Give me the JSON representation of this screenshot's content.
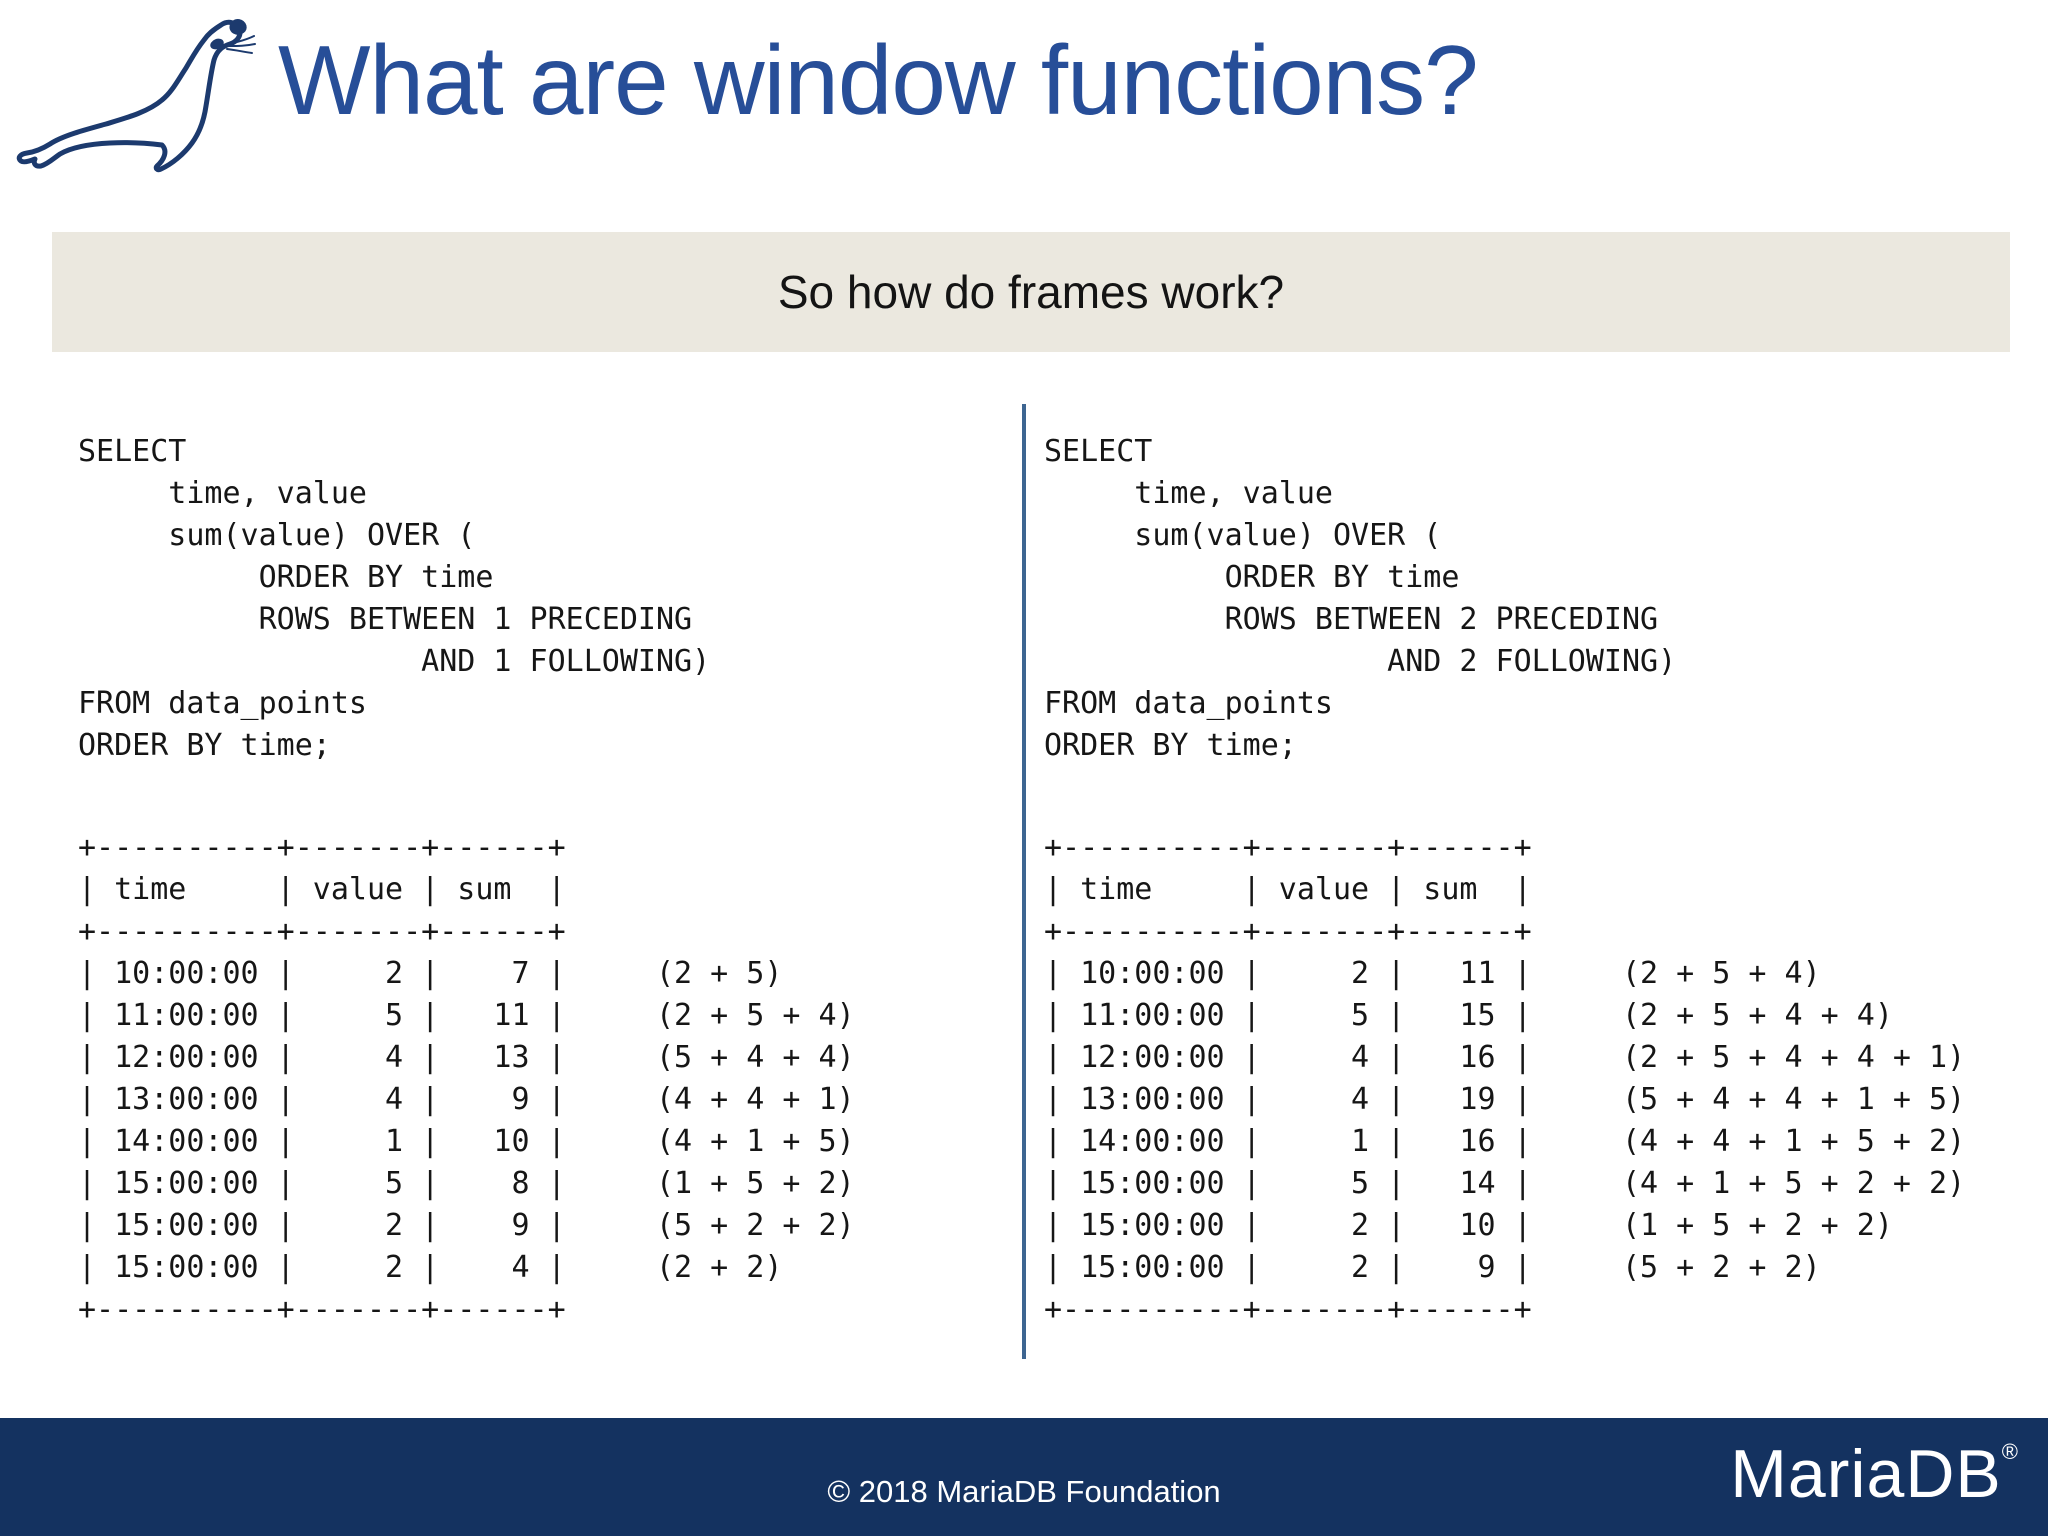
{
  "theme": {
    "title_blue": "#274e98",
    "banner_bg": "#ebe8df",
    "banner_text": "#141414",
    "code_color": "#161616",
    "divider_blue": "#3d6591",
    "footer_bg": "#143260",
    "footer_text": "#ffffff",
    "seal_navy": "#1c3a6e"
  },
  "slide": {
    "title": "What are window functions?",
    "banner": "So how do frames work?",
    "logo_icon": "mariadb-seal"
  },
  "panels": [
    {
      "side": "left",
      "query": "SELECT\n     time, value\n     sum(value) OVER (\n          ORDER BY time\n          ROWS BETWEEN 1 PRECEDING\n                   AND 1 FOLLOWING)\nFROM data_points\nORDER BY time;",
      "table": {
        "headers": [
          "time",
          "value",
          "sum"
        ],
        "rows": [
          {
            "time": "10:00:00",
            "value": 2,
            "sum": 7,
            "calc": "(2 + 5)"
          },
          {
            "time": "11:00:00",
            "value": 5,
            "sum": 11,
            "calc": "(2 + 5 + 4)"
          },
          {
            "time": "12:00:00",
            "value": 4,
            "sum": 13,
            "calc": "(5 + 4 + 4)"
          },
          {
            "time": "13:00:00",
            "value": 4,
            "sum": 9,
            "calc": "(4 + 4 + 1)"
          },
          {
            "time": "14:00:00",
            "value": 1,
            "sum": 10,
            "calc": "(4 + 1 + 5)"
          },
          {
            "time": "15:00:00",
            "value": 5,
            "sum": 8,
            "calc": "(1 + 5 + 2)"
          },
          {
            "time": "15:00:00",
            "value": 2,
            "sum": 9,
            "calc": "(5 + 2 + 2)"
          },
          {
            "time": "15:00:00",
            "value": 2,
            "sum": 4,
            "calc": "(2 + 2)"
          }
        ]
      }
    },
    {
      "side": "right",
      "query": "SELECT\n     time, value\n     sum(value) OVER (\n          ORDER BY time\n          ROWS BETWEEN 2 PRECEDING\n                   AND 2 FOLLOWING)\nFROM data_points\nORDER BY time;",
      "table": {
        "headers": [
          "time",
          "value",
          "sum"
        ],
        "rows": [
          {
            "time": "10:00:00",
            "value": 2,
            "sum": 11,
            "calc": "(2 + 5 + 4)"
          },
          {
            "time": "11:00:00",
            "value": 5,
            "sum": 15,
            "calc": "(2 + 5 + 4 + 4)"
          },
          {
            "time": "12:00:00",
            "value": 4,
            "sum": 16,
            "calc": "(2 + 5 + 4 + 4 + 1)"
          },
          {
            "time": "13:00:00",
            "value": 4,
            "sum": 19,
            "calc": "(5 + 4 + 4 + 1 + 5)"
          },
          {
            "time": "14:00:00",
            "value": 1,
            "sum": 16,
            "calc": "(4 + 4 + 1 + 5 + 2)"
          },
          {
            "time": "15:00:00",
            "value": 5,
            "sum": 14,
            "calc": "(4 + 1 + 5 + 2 + 2)"
          },
          {
            "time": "15:00:00",
            "value": 2,
            "sum": 10,
            "calc": "(1 + 5 + 2 + 2)"
          },
          {
            "time": "15:00:00",
            "value": 2,
            "sum": 9,
            "calc": "(5 + 2 + 2)"
          }
        ]
      }
    }
  ],
  "footer": {
    "copyright": "© 2018 MariaDB Foundation",
    "brand": "MariaDB",
    "registered_mark": "®"
  }
}
